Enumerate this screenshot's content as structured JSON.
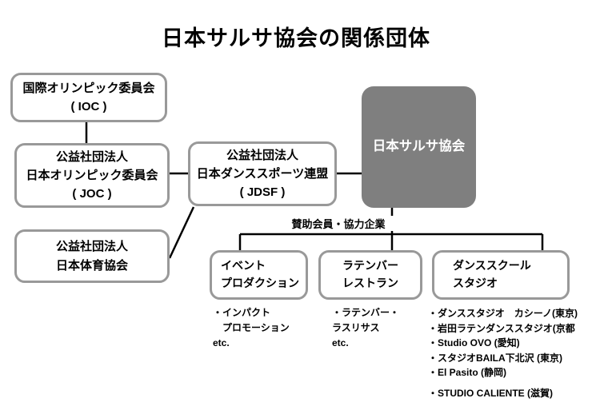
{
  "title": "日本サルサ協会の関係団体",
  "boxes": {
    "ioc": {
      "lines": [
        "国際オリンピック委員会",
        "( IOC )"
      ]
    },
    "joc": {
      "lines": [
        "公益社団法人",
        "日本オリンピック委員会",
        "( JOC )"
      ]
    },
    "jdsf": {
      "lines": [
        "公益社団法人",
        "日本ダンススポーツ連盟",
        "( JDSF )"
      ]
    },
    "taiiku": {
      "lines": [
        "公益社団法人",
        "日本体育協会"
      ]
    },
    "salsa": {
      "label": "日本サルサ協会"
    },
    "event": {
      "lines": [
        "イベント",
        "プロダクション"
      ]
    },
    "latin": {
      "lines": [
        "ラテンバー",
        "レストラン"
      ]
    },
    "dance": {
      "lines": [
        "ダンススクール",
        "スタジオ"
      ]
    }
  },
  "connector_label": "賛助会員・協力企業",
  "lists": {
    "event_examples": [
      "・インパクト",
      "　プロモーション",
      "etc."
    ],
    "latin_examples": [
      "・ラテンバー・",
      "ラスリサス",
      "etc."
    ],
    "dance_examples": [
      "・ダンススタジオ　カシーノ(東京)",
      "・岩田ラテンダンススタジオ(京都",
      "・Studio OVO (愛知)",
      "・スタジオBAILA下北沢 (東京)",
      "・El Pasito (静岡)",
      "・STUDIO CALIENTE (滋賀)"
    ]
  },
  "colors": {
    "box_border": "#999999",
    "salsa_fill": "#7f7f7f",
    "line": "#000000"
  }
}
